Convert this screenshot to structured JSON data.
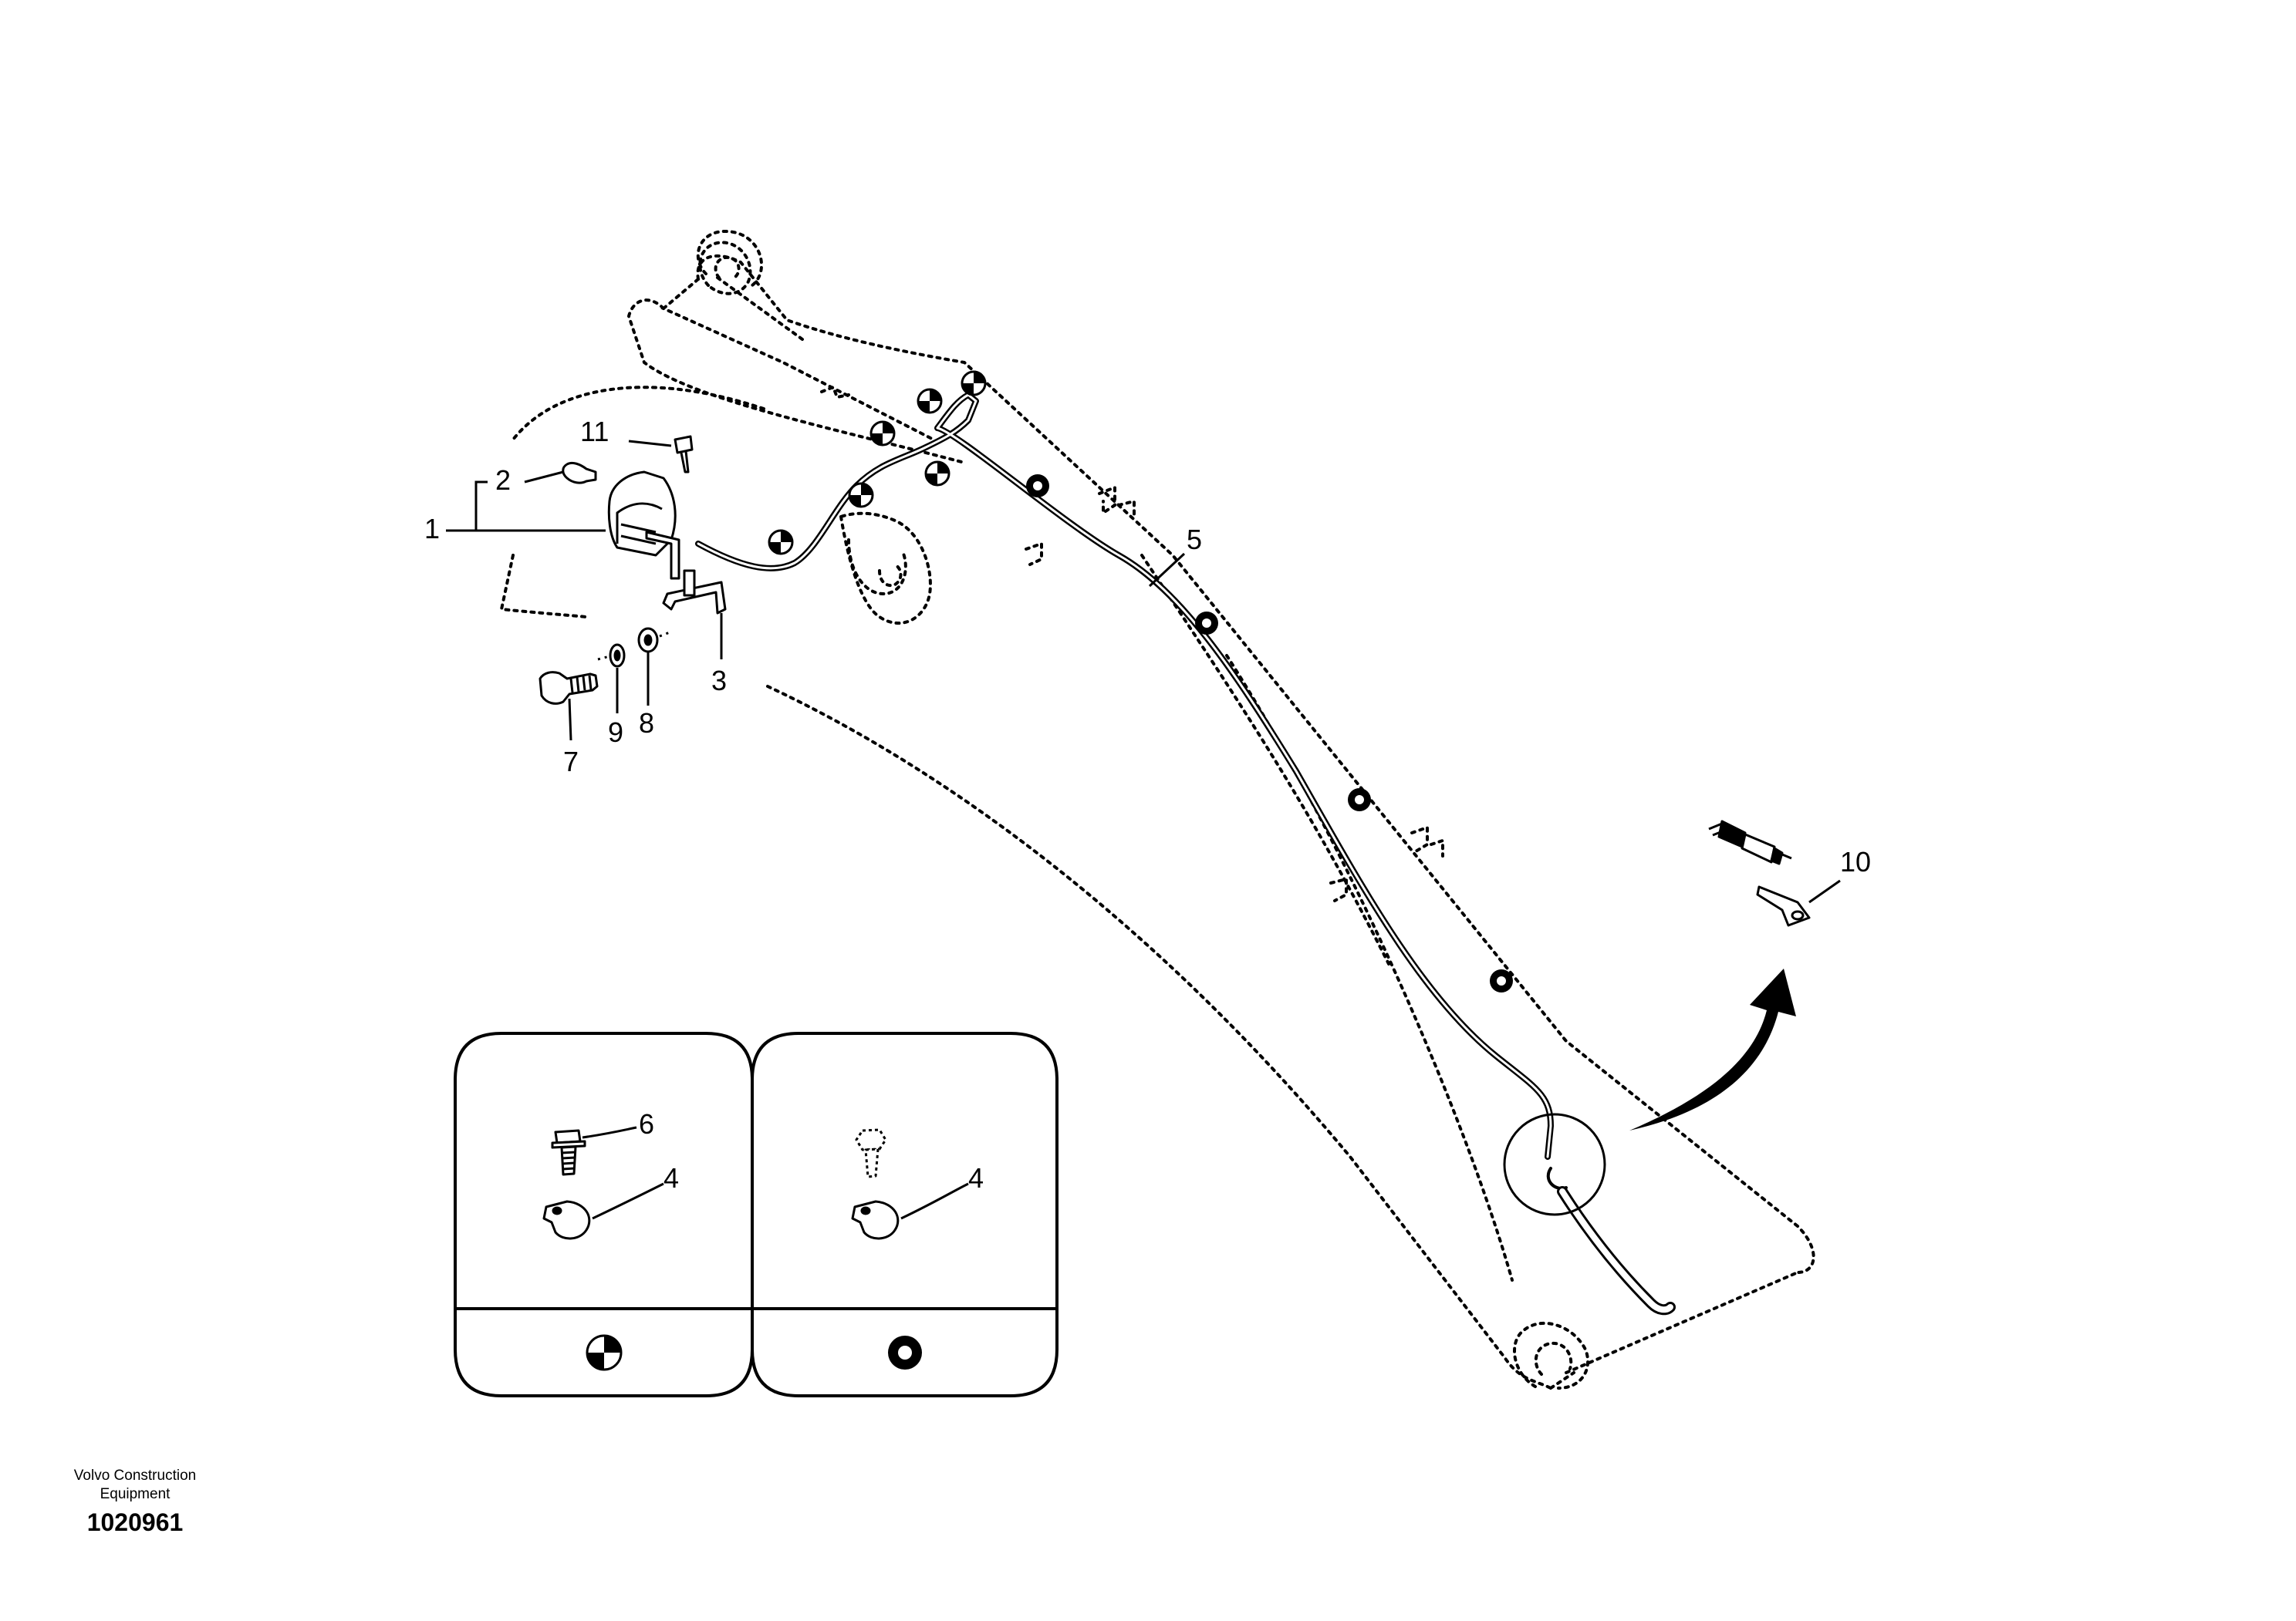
{
  "callouts": {
    "p1": "1",
    "p2": "2",
    "p3": "3",
    "p4a": "4",
    "p4b": "4",
    "p5": "5",
    "p6": "6",
    "p7": "7",
    "p8": "8",
    "p9": "9",
    "p10": "10",
    "p11": "11"
  },
  "footer": {
    "publisher": "Volvo Construction\nEquipment",
    "drawing_number": "1020961"
  }
}
